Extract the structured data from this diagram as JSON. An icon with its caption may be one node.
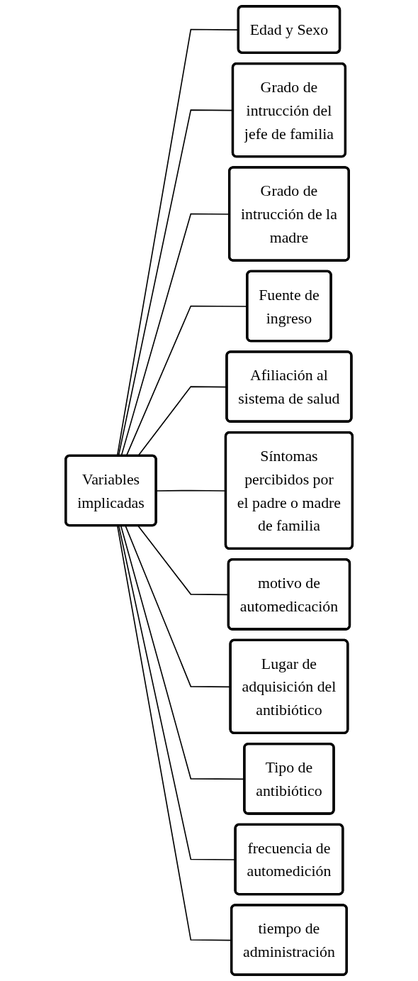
{
  "diagram": {
    "nodes": [
      {
        "text": [
          "Variables implicadas"
        ]
      },
      {
        "text": [
          "Edad y Sexo"
        ]
      },
      {
        "text": [
          "Grado de intrucción del jefe de familia"
        ]
      },
      {
        "text": [
          "Grado de intrucción de la madre"
        ]
      },
      {
        "text": [
          "Fuente de ingreso"
        ]
      },
      {
        "text": [
          "Afiliación al sistema de salud"
        ]
      },
      {
        "text": [
          "Síntomas percibidos por el padre o madre de familia"
        ]
      },
      {
        "text": [
          "motivo de automedicación"
        ]
      },
      {
        "text": [
          "Lugar de adquisición del antibiótico"
        ]
      },
      {
        "text": [
          "Tipo de antibiótico"
        ]
      },
      {
        "text": [
          "frecuencia de automedición"
        ]
      },
      {
        "text": [
          "tiempo de administración"
        ]
      }
    ],
    "edges": [
      {
        "from": 0,
        "to": 1,
        "arrow": "none"
      },
      {
        "from": 0,
        "to": 2,
        "arrow": "none"
      },
      {
        "from": 0,
        "to": 3,
        "arrow": "none"
      },
      {
        "from": 0,
        "to": 4,
        "arrow": "none"
      },
      {
        "from": 0,
        "to": 5,
        "arrow": "none"
      },
      {
        "from": 0,
        "to": 6,
        "arrow": "none"
      },
      {
        "from": 0,
        "to": 7,
        "arrow": "none"
      },
      {
        "from": 0,
        "to": 8,
        "arrow": "none"
      },
      {
        "from": 0,
        "to": 9,
        "arrow": "none"
      },
      {
        "from": 0,
        "to": 10,
        "arrow": "none"
      },
      {
        "from": 0,
        "to": 11,
        "arrow": "none"
      }
    ]
  }
}
